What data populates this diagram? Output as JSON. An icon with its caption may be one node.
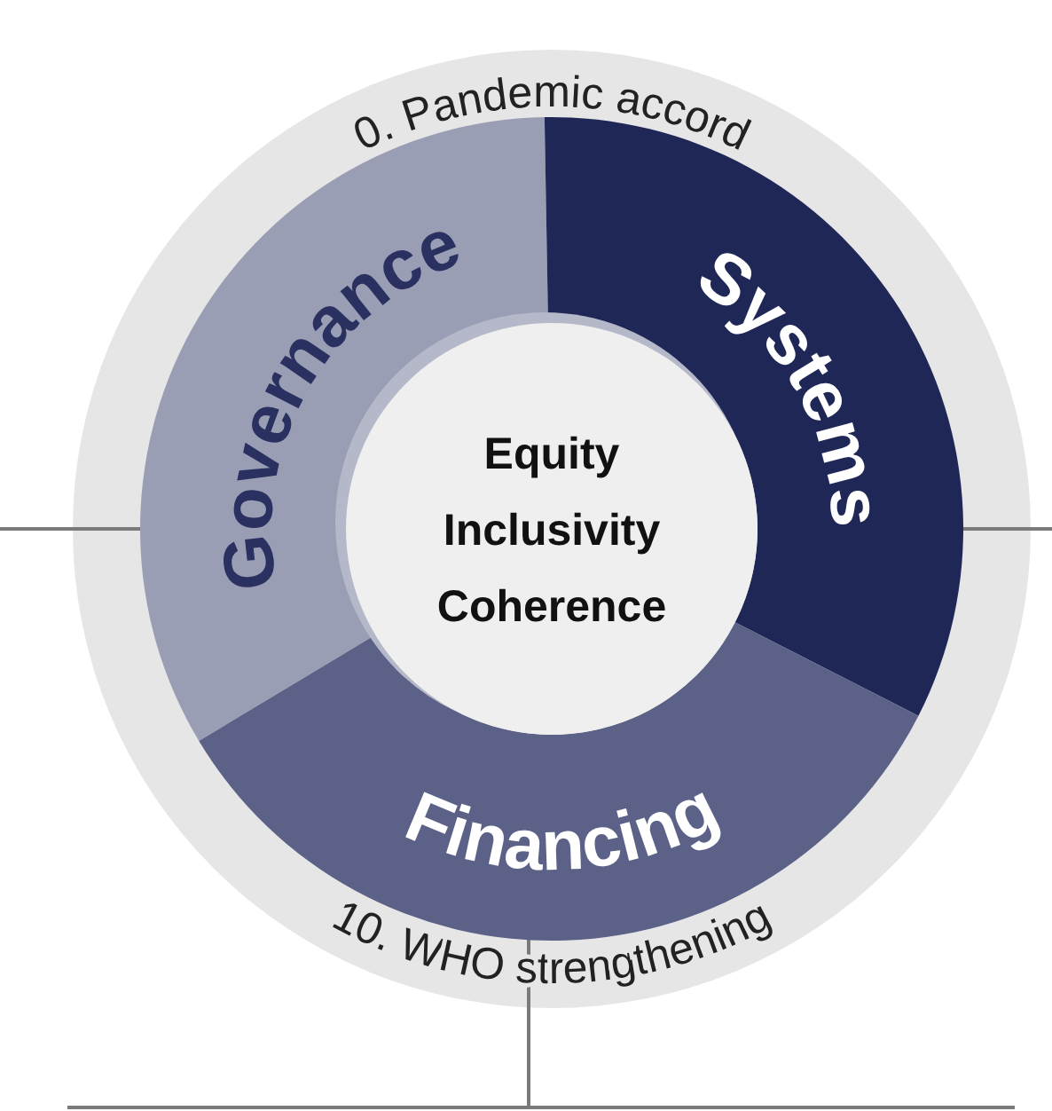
{
  "diagram": {
    "nodes": [
      {
        "text": [
          "0. Pandemic accord",
          "10. WHO strengthening"
        ]
      },
      {
        "text": [
          "Governance"
        ],
        "in": 0
      },
      {
        "text": [
          "Systems"
        ],
        "in": 0
      },
      {
        "text": [
          "Financing"
        ],
        "in": 0
      },
      {
        "text": [
          "Equity",
          "Inclusivity",
          "Coherence"
        ],
        "in": 0
      }
    ],
    "edges": [
      {
        "from": 1,
        "to": null,
        "arrow": "none"
      },
      {
        "from": 2,
        "to": null,
        "arrow": "none"
      },
      {
        "from": 3,
        "to": null,
        "arrow": "none"
      }
    ]
  }
}
